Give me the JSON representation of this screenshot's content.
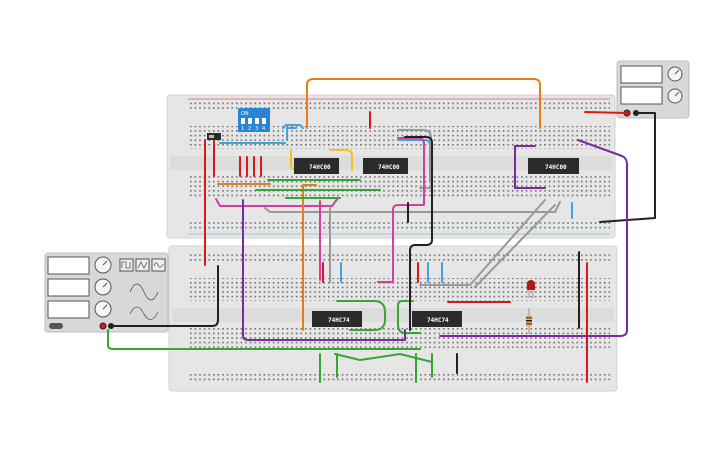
{
  "circuit": {
    "chips": {
      "nand1": "74HC00",
      "nand2": "74HC00",
      "nand3": "74HC00",
      "ff1": "74HC74",
      "ff2": "74HC74"
    },
    "dip_switch": {
      "on_label": "ON",
      "positions": [
        "1",
        "2",
        "3",
        "4"
      ]
    }
  },
  "colors": {
    "breadboard": "#e6e6e6",
    "hole": "#7a7a7a",
    "chip": "#2b2b2b",
    "dip_switch": "#2b83d6",
    "wire_red": "#d7191c",
    "wire_black": "#222222",
    "wire_orange": "#e0801a",
    "wire_purple": "#7b2a9e",
    "wire_green": "#3aa335",
    "wire_pink": "#d23fa0",
    "wire_blue": "#3fa4d8",
    "wire_gray": "#9a9a9a",
    "wire_yellow": "#f0c419",
    "led": "#b01818",
    "instrument": "#d8d8d8"
  }
}
